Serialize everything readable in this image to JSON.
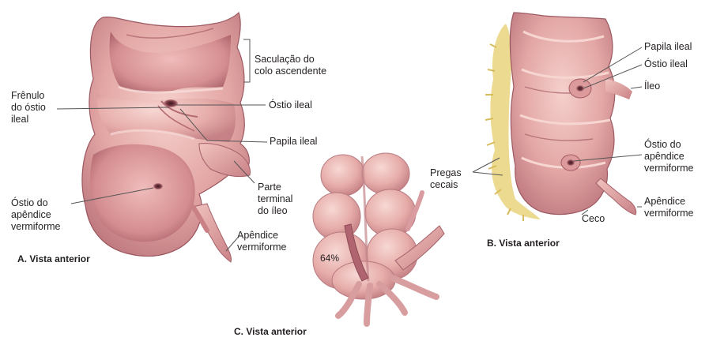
{
  "colors": {
    "tissue_light": "#f2c4c0",
    "tissue_mid": "#dc9a98",
    "tissue_dark": "#b8696c",
    "tissue_shadow": "#8f4a50",
    "fat_yellow": "#e8d27a",
    "leader_line": "#555555"
  },
  "figure_a": {
    "caption": "A. Vista anterior",
    "labels": {
      "saculacao": "Saculação do\ncolo ascendente",
      "frenulo": "Frênulo\ndo óstio\nileal",
      "ostio_ileal": "Óstio ileal",
      "papila_ileal": "Papila ileal",
      "parte_terminal": "Parte\nterminal\ndo íleo",
      "ostio_apendice": "Óstio do\napêndice\nvermiforme",
      "apendice": "Apêndice\nvermiforme"
    }
  },
  "figure_b": {
    "caption": "B. Vista anterior",
    "labels": {
      "papila_ileal": "Papila ileal",
      "ostio_ileal": "Óstio ileal",
      "ileo": "Íleo",
      "ostio_apendice": "Óstio do\napêndice\nvermiforme",
      "pregas_cecais": "Pregas\ncecais",
      "ceco": "Ceco",
      "apendice": "Apêndice\nvermiforme"
    }
  },
  "figure_c": {
    "caption": "C. Vista anterior",
    "percent_label": "64%"
  }
}
